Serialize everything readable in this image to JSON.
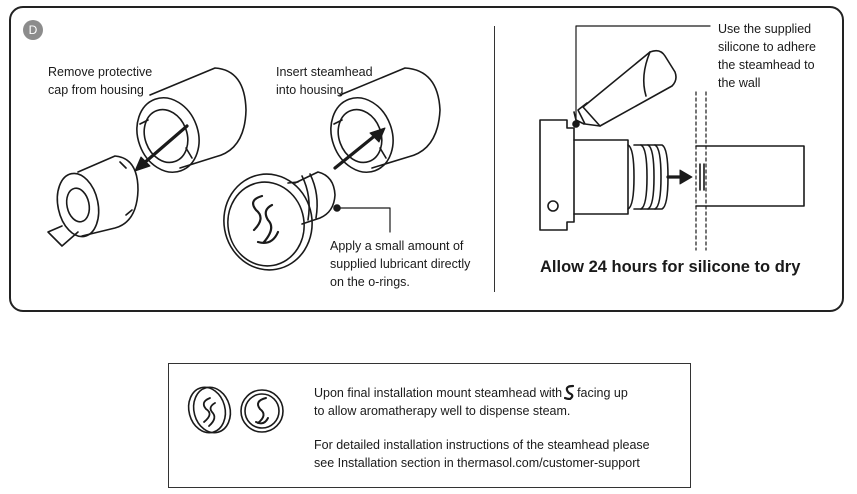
{
  "step": {
    "badge": "D"
  },
  "left": {
    "remove_caption": "Remove protective\ncap from housing",
    "insert_caption": "Insert steamhead\ninto housing",
    "lubricant_caption": "Apply a small amount of\nsupplied lubricant directly\non the o-rings."
  },
  "right": {
    "silicone_caption": "Use the supplied\nsilicone to adhere\nthe steamhead to\nthe wall",
    "dry_caption": "Allow 24 hours for silicone to dry"
  },
  "note": {
    "line1_before": "Upon final installation mount steamhead with",
    "line1_after": "facing up",
    "line2": "to allow aromatherapy well to dispense steam.",
    "line3": "For detailed installation instructions of the steamhead please",
    "line4": "see Installation section in thermasol.com/customer-support"
  }
}
